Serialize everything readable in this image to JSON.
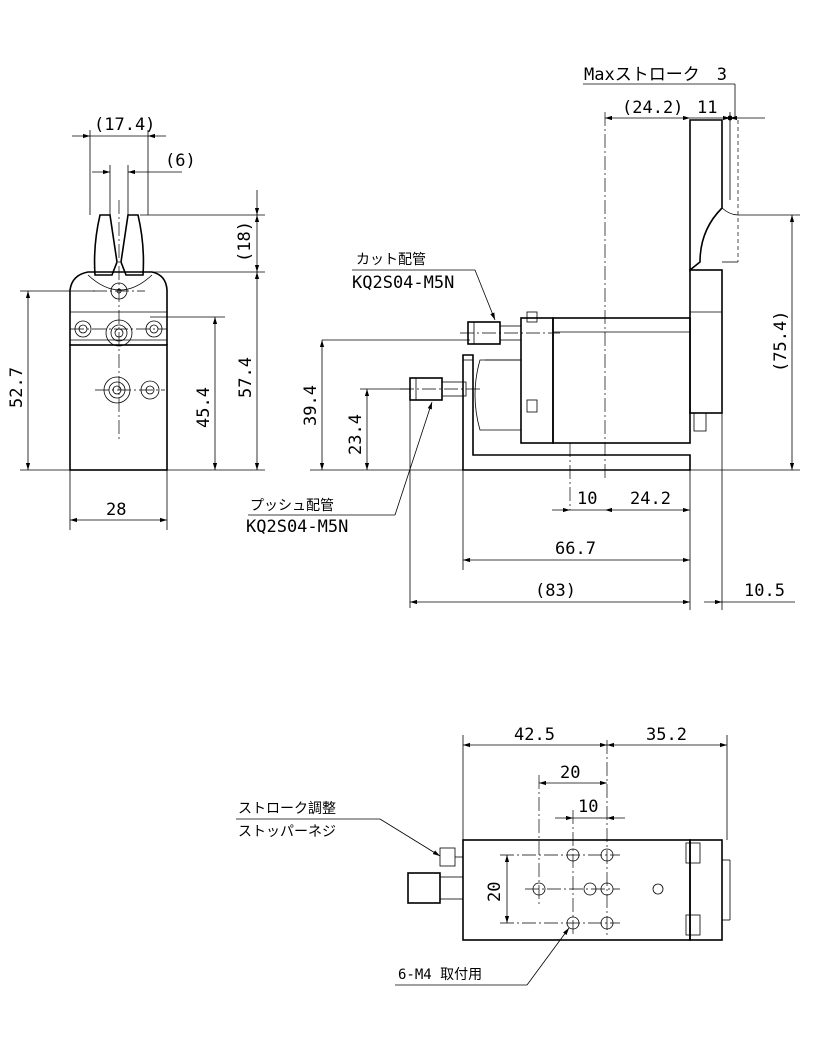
{
  "front_view": {
    "dims": {
      "jaw_width": "(17.4)",
      "jaw_gap": "(6)",
      "jaw_height": "(18)",
      "overall_height": "52.7",
      "center_height": "45.4",
      "total_height": "57.4",
      "base_width": "28"
    }
  },
  "side_view": {
    "dims": {
      "max_stroke": "Maxストローク　3",
      "top_left": "(24.2)",
      "top_right": "11",
      "right_height": "(75.4)",
      "cut_port_height": "39.4",
      "push_port_height": "23.4",
      "bottom_a": "10",
      "bottom_b": "24.2",
      "body_length": "66.7",
      "overall_length": "(83)",
      "overhang": "10.5"
    },
    "callouts": {
      "cut_port_title": "カット配管",
      "cut_port_part": "KQ2S04-M5N",
      "push_port_title": "プッシュ配管",
      "push_port_part": "KQ2S04-M5N"
    }
  },
  "top_view": {
    "dims": {
      "left_length": "42.5",
      "right_length": "35.2",
      "pitch_20": "20",
      "pitch_10": "10",
      "vertical_20": "20"
    },
    "callouts": {
      "stopper_line1": "ストローク調整",
      "stopper_line2": "ストッパーネジ",
      "mount_holes": "6-M4 取付用"
    }
  }
}
